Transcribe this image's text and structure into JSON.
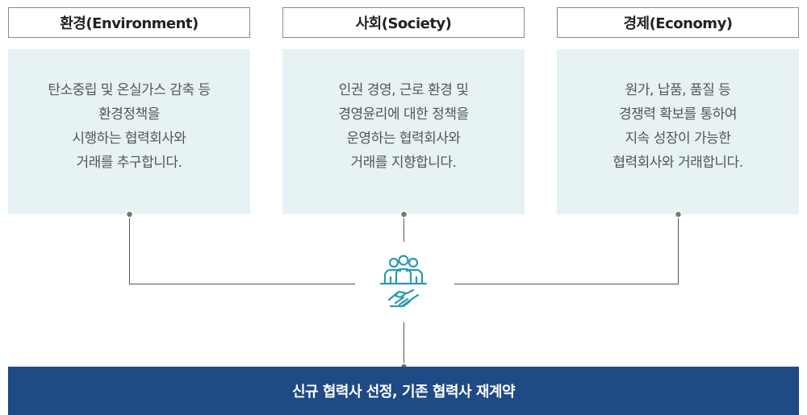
{
  "columns": [
    {
      "title": "환경(Environment)",
      "lines": [
        "탄소중립 및 온실가스 감축 등",
        "환경정책을",
        "시행하는 협력회사와",
        "거래를 추구합니다."
      ]
    },
    {
      "title": "사회(Society)",
      "lines": [
        "인권 경영, 근로 환경 및",
        "경영윤리에 대한 정책을",
        "운영하는 협력회사와",
        "거래를 지향합니다."
      ]
    },
    {
      "title": "경제(Economy)",
      "lines": [
        "원가, 납품, 품질 등",
        "경쟁력 확보를 통하여",
        "지속 성장이 가능한",
        "협력회사와 거래합니다."
      ]
    }
  ],
  "center_icon": "partnership-handshake-icon",
  "bottom_bar": {
    "text": "신규 협력사 선정, 기존 협력사 재계약"
  },
  "colors": {
    "header_border": "#8a8a8a",
    "panel_bg": "#e7f2f5",
    "connector": "#555555",
    "icon": "#2a9bb0",
    "bottom_bar_bg": "#1f4a86",
    "bottom_bar_text": "#ffffff"
  }
}
